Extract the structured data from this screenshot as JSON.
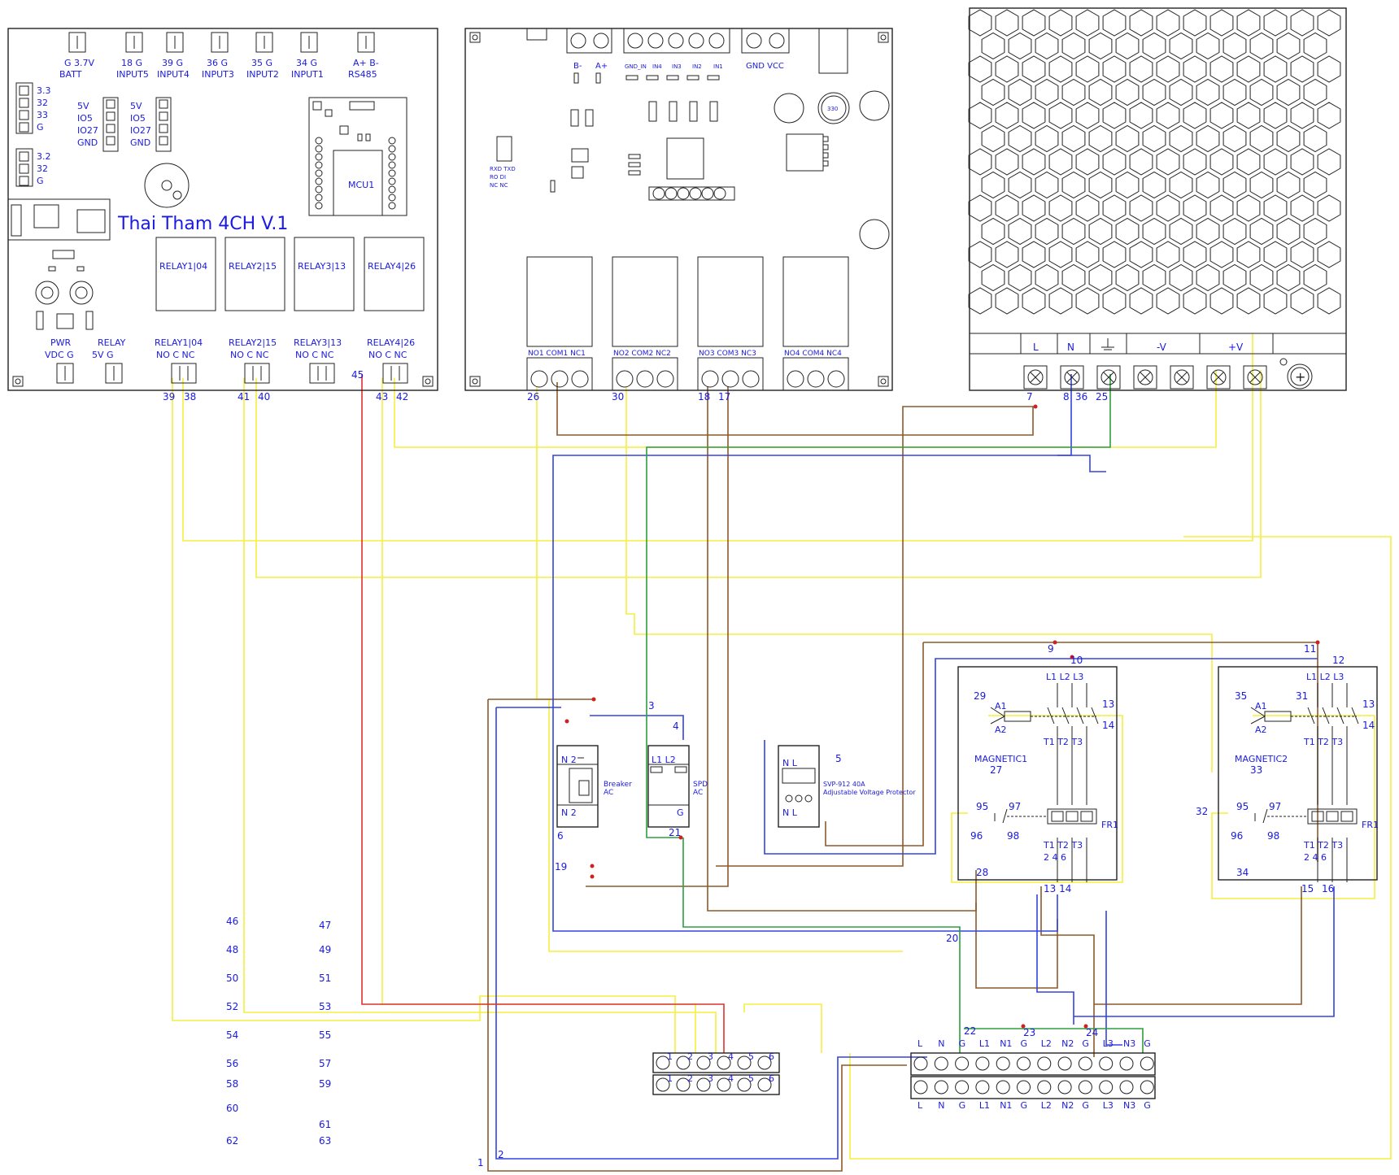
{
  "colors": {
    "text": "#1a1ae0",
    "outline": "#222222",
    "wire_yellow": "#f5ef3f",
    "wire_brown": "#8b5a2b",
    "wire_blue": "#3344dd",
    "wire_green": "#2e9e3e",
    "wire_red": "#e03030",
    "dot": "#cc2222"
  },
  "board1": {
    "title": "Thai Tham 4CH V.1",
    "mcu": "MCU1",
    "top_headers": [
      {
        "l1": "G 3.7V",
        "l2": "BATT"
      },
      {
        "l1": "18 G",
        "l2": "INPUT5"
      },
      {
        "l1": "39 G",
        "l2": "INPUT4"
      },
      {
        "l1": "36 G",
        "l2": "INPUT3"
      },
      {
        "l1": "35 G",
        "l2": "INPUT2"
      },
      {
        "l1": "34 G",
        "l2": "INPUT1"
      },
      {
        "l1": "A+ B-",
        "l2": "RS485"
      }
    ],
    "pins_a": [
      "3.3",
      "32",
      "33",
      "G"
    ],
    "pins_b": [
      "3.2",
      "32",
      "G"
    ],
    "io_a": [
      "5V",
      "IO5",
      "IO27",
      "GND"
    ],
    "io_b": [
      "5V",
      "IO5",
      "IO27",
      "GND"
    ],
    "relays": [
      "RELAY1|04",
      "RELAY2|15",
      "RELAY3|13",
      "RELAY4|26"
    ],
    "bottom": [
      {
        "l1": "PWR",
        "l2": "VDC G"
      },
      {
        "l1": "RELAY",
        "l2": "5V G"
      },
      {
        "l1": "RELAY1|04",
        "l2": "NO  C  NC"
      },
      {
        "l1": "RELAY2|15",
        "l2": "NO  C  NC"
      },
      {
        "l1": "RELAY3|13",
        "l2": "NO  C  NC"
      },
      {
        "l1": "RELAY4|26",
        "l2": "NO  C  NC"
      }
    ],
    "nums": [
      "39",
      "38",
      "41",
      "40",
      "45",
      "43",
      "42"
    ]
  },
  "board2": {
    "small_labels": [
      "B-",
      "A+",
      "GND_IN",
      "IN4",
      "IN3",
      "IN2",
      "IN1",
      "GND VCC"
    ],
    "rs": [
      "RXD  TXD",
      "RO     DI",
      "NC     NC"
    ],
    "pot": "330",
    "relay_labels": [
      "NO1  COM1  NC1",
      "NO2  COM2  NC2",
      "NO3  COM3  NC3",
      "NO4  COM4  NC4"
    ],
    "nums": [
      "26",
      "30",
      "18",
      "17"
    ]
  },
  "psu": {
    "terms": [
      "L",
      "N",
      "-V",
      "+V"
    ],
    "nums": [
      "7",
      "8",
      "36",
      "25"
    ]
  },
  "devices": {
    "breaker": {
      "label": "Breaker\nAC",
      "top": "N      2",
      "bottom": "N      2",
      "num_a": "6",
      "num_b": "19"
    },
    "spd": {
      "label": "SPD\nAC",
      "top": "L1   L2",
      "bottom": "G",
      "num_a": "21",
      "num_b": "3",
      "num_c": "4"
    },
    "svp": {
      "label1": "SVP-912 40A",
      "label2": "Adjustable Voltage Protector",
      "num": "5",
      "top": "N     L",
      "bottom": "N     L"
    }
  },
  "magnetic1": {
    "name": "MAGNETIC1",
    "top": "L1  L2  L3",
    "nums": [
      "9",
      "10",
      "29",
      "13",
      "14",
      "27",
      "95",
      "97",
      "96",
      "98",
      "28",
      "13 14"
    ],
    "a1": "A1",
    "a2": "A2",
    "t": "T1  T2  T3",
    "fr": "FR1",
    "out": "2    4    6"
  },
  "magnetic2": {
    "name": "MAGNETIC2",
    "top": "L1  L2  L3",
    "nums": [
      "11",
      "12",
      "35",
      "31",
      "13",
      "14",
      "33",
      "95",
      "97",
      "96",
      "98",
      "32",
      "34",
      "15",
      "16"
    ],
    "a1": "A1",
    "a2": "A2",
    "t": "T1  T2  T3",
    "fr": "FR1",
    "out": "2    4    6"
  },
  "terminal_small": {
    "labels": [
      "1",
      "2",
      "3",
      "4",
      "5",
      "6"
    ]
  },
  "terminal_big": {
    "labels": [
      "L",
      "N",
      "G",
      "L1",
      "N1",
      "G",
      "L2",
      "N2",
      "G",
      "L3",
      "N3",
      "G"
    ],
    "nums": [
      "22",
      "23",
      "24",
      "20"
    ]
  },
  "wire_ids_left": [
    "46",
    "48",
    "50",
    "52",
    "54",
    "56",
    "58",
    "60",
    "62"
  ],
  "wire_ids_right": [
    "47",
    "49",
    "51",
    "53",
    "55",
    "57",
    "59",
    "61",
    "63"
  ],
  "misc": [
    "1",
    "2"
  ]
}
